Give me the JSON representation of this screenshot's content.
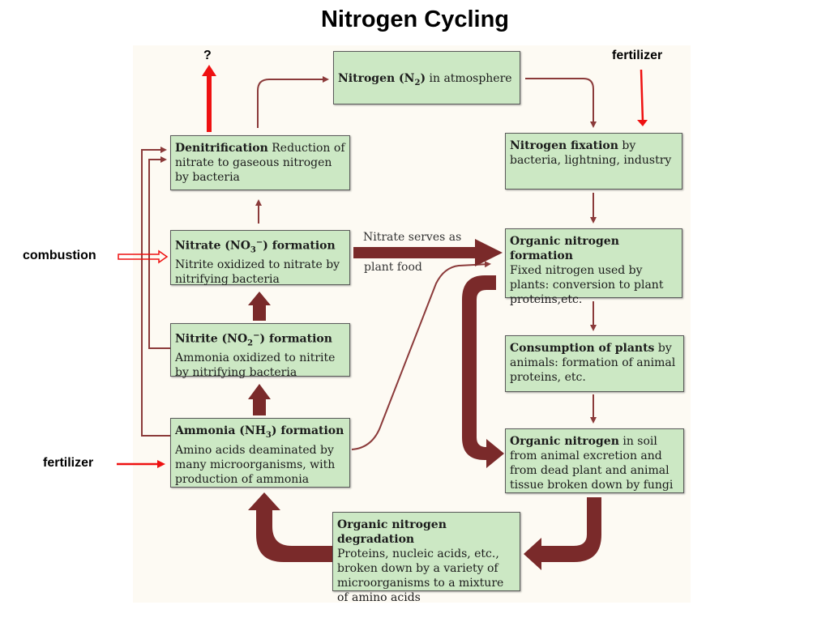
{
  "title": "Nitrogen Cycling",
  "labels": {
    "question": "?",
    "fertilizer_top": "fertilizer",
    "combustion": "combustion",
    "fertilizer_left": "fertilizer"
  },
  "notes": {
    "nitrate_serves": "Nitrate serves as",
    "plant_food": "plant food"
  },
  "boxes": {
    "atmosphere": {
      "bold": "Nitrogen (N",
      "sub": "2",
      "bold_end": ")",
      "rest": " in atmosphere"
    },
    "denitrification": {
      "bold": "Denitrification",
      "rest": " Reduction of nitrate to gaseous nitrogen by bacteria"
    },
    "fixation": {
      "bold": "Nitrogen fixation",
      "rest": " by bacteria, lightning, industry"
    },
    "nitrate": {
      "bold": "Nitrate (NO",
      "sub": "3",
      "sup": "−",
      "bold_end": ") formation",
      "rest": "Nitrite oxidized to nitrate by nitrifying bacteria"
    },
    "organic_formation": {
      "bold": "Organic nitrogen formation",
      "rest": "Fixed nitrogen used by plants: conversion to plant proteins,etc."
    },
    "nitrite": {
      "bold": "Nitrite (NO",
      "sub": "2",
      "sup": "−",
      "bold_end": ") formation",
      "rest": "Ammonia oxidized to nitrite by nitrifying bacteria"
    },
    "consumption": {
      "bold": "Consumption of plants",
      "rest": " by animals: formation of animal proteins, etc."
    },
    "ammonia": {
      "bold": "Ammonia (NH",
      "sub": "3",
      "bold_end": ") formation",
      "rest": "Amino acids deaminated by many microorganisms, with production of ammonia"
    },
    "organic_soil": {
      "bold": "Organic nitrogen",
      "rest": " in soil from animal excretion and from dead plant and animal tissue broken down by fungi"
    },
    "degradation": {
      "bold": "Organic nitrogen degradation",
      "rest": "Proteins, nucleic acids, etc., broken down by a variety of microorganisms to a mixture of amino acids"
    }
  },
  "colors": {
    "box_fill": "#cce8c4",
    "thin_arrow": "#8b3a3a",
    "thick_arrow": "#7a2a2a",
    "red_arrow": "#ee1111"
  }
}
